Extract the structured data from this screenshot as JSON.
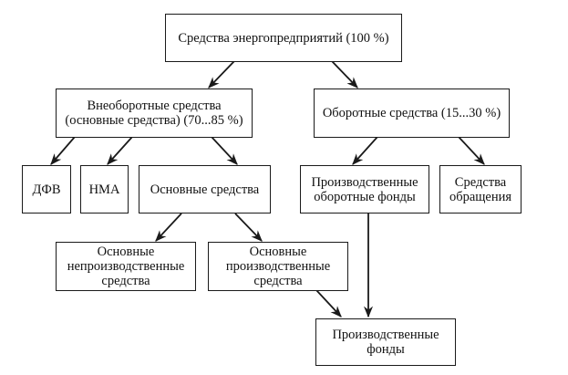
{
  "diagram": {
    "nodes": {
      "root": "Средства энергопредприятий (100 %)",
      "non_current": "Внеоборотные средства\n(основные средства) (70...85 %)",
      "current": "Оборотные средства (15...30 %)",
      "dfv": "ДФВ",
      "nma": "НМА",
      "fixed_assets": "Основные средства",
      "prod_working_funds": "Производственные\nоборотные фонды",
      "circulation_funds": "Средства\nобращения",
      "non_prod_fixed": "Основные\nнепроизводственные\nсредства",
      "prod_fixed": "Основные\nпроизводственные\nсредства",
      "prod_funds": "Производственные\nфонды"
    },
    "edges": [
      {
        "from": "root",
        "to": "non_current"
      },
      {
        "from": "root",
        "to": "current"
      },
      {
        "from": "non_current",
        "to": "dfv"
      },
      {
        "from": "non_current",
        "to": "nma"
      },
      {
        "from": "non_current",
        "to": "fixed_assets"
      },
      {
        "from": "current",
        "to": "prod_working_funds"
      },
      {
        "from": "current",
        "to": "circulation_funds"
      },
      {
        "from": "fixed_assets",
        "to": "non_prod_fixed"
      },
      {
        "from": "fixed_assets",
        "to": "prod_fixed"
      },
      {
        "from": "prod_fixed",
        "to": "prod_funds"
      },
      {
        "from": "prod_working_funds",
        "to": "prod_funds"
      }
    ]
  }
}
